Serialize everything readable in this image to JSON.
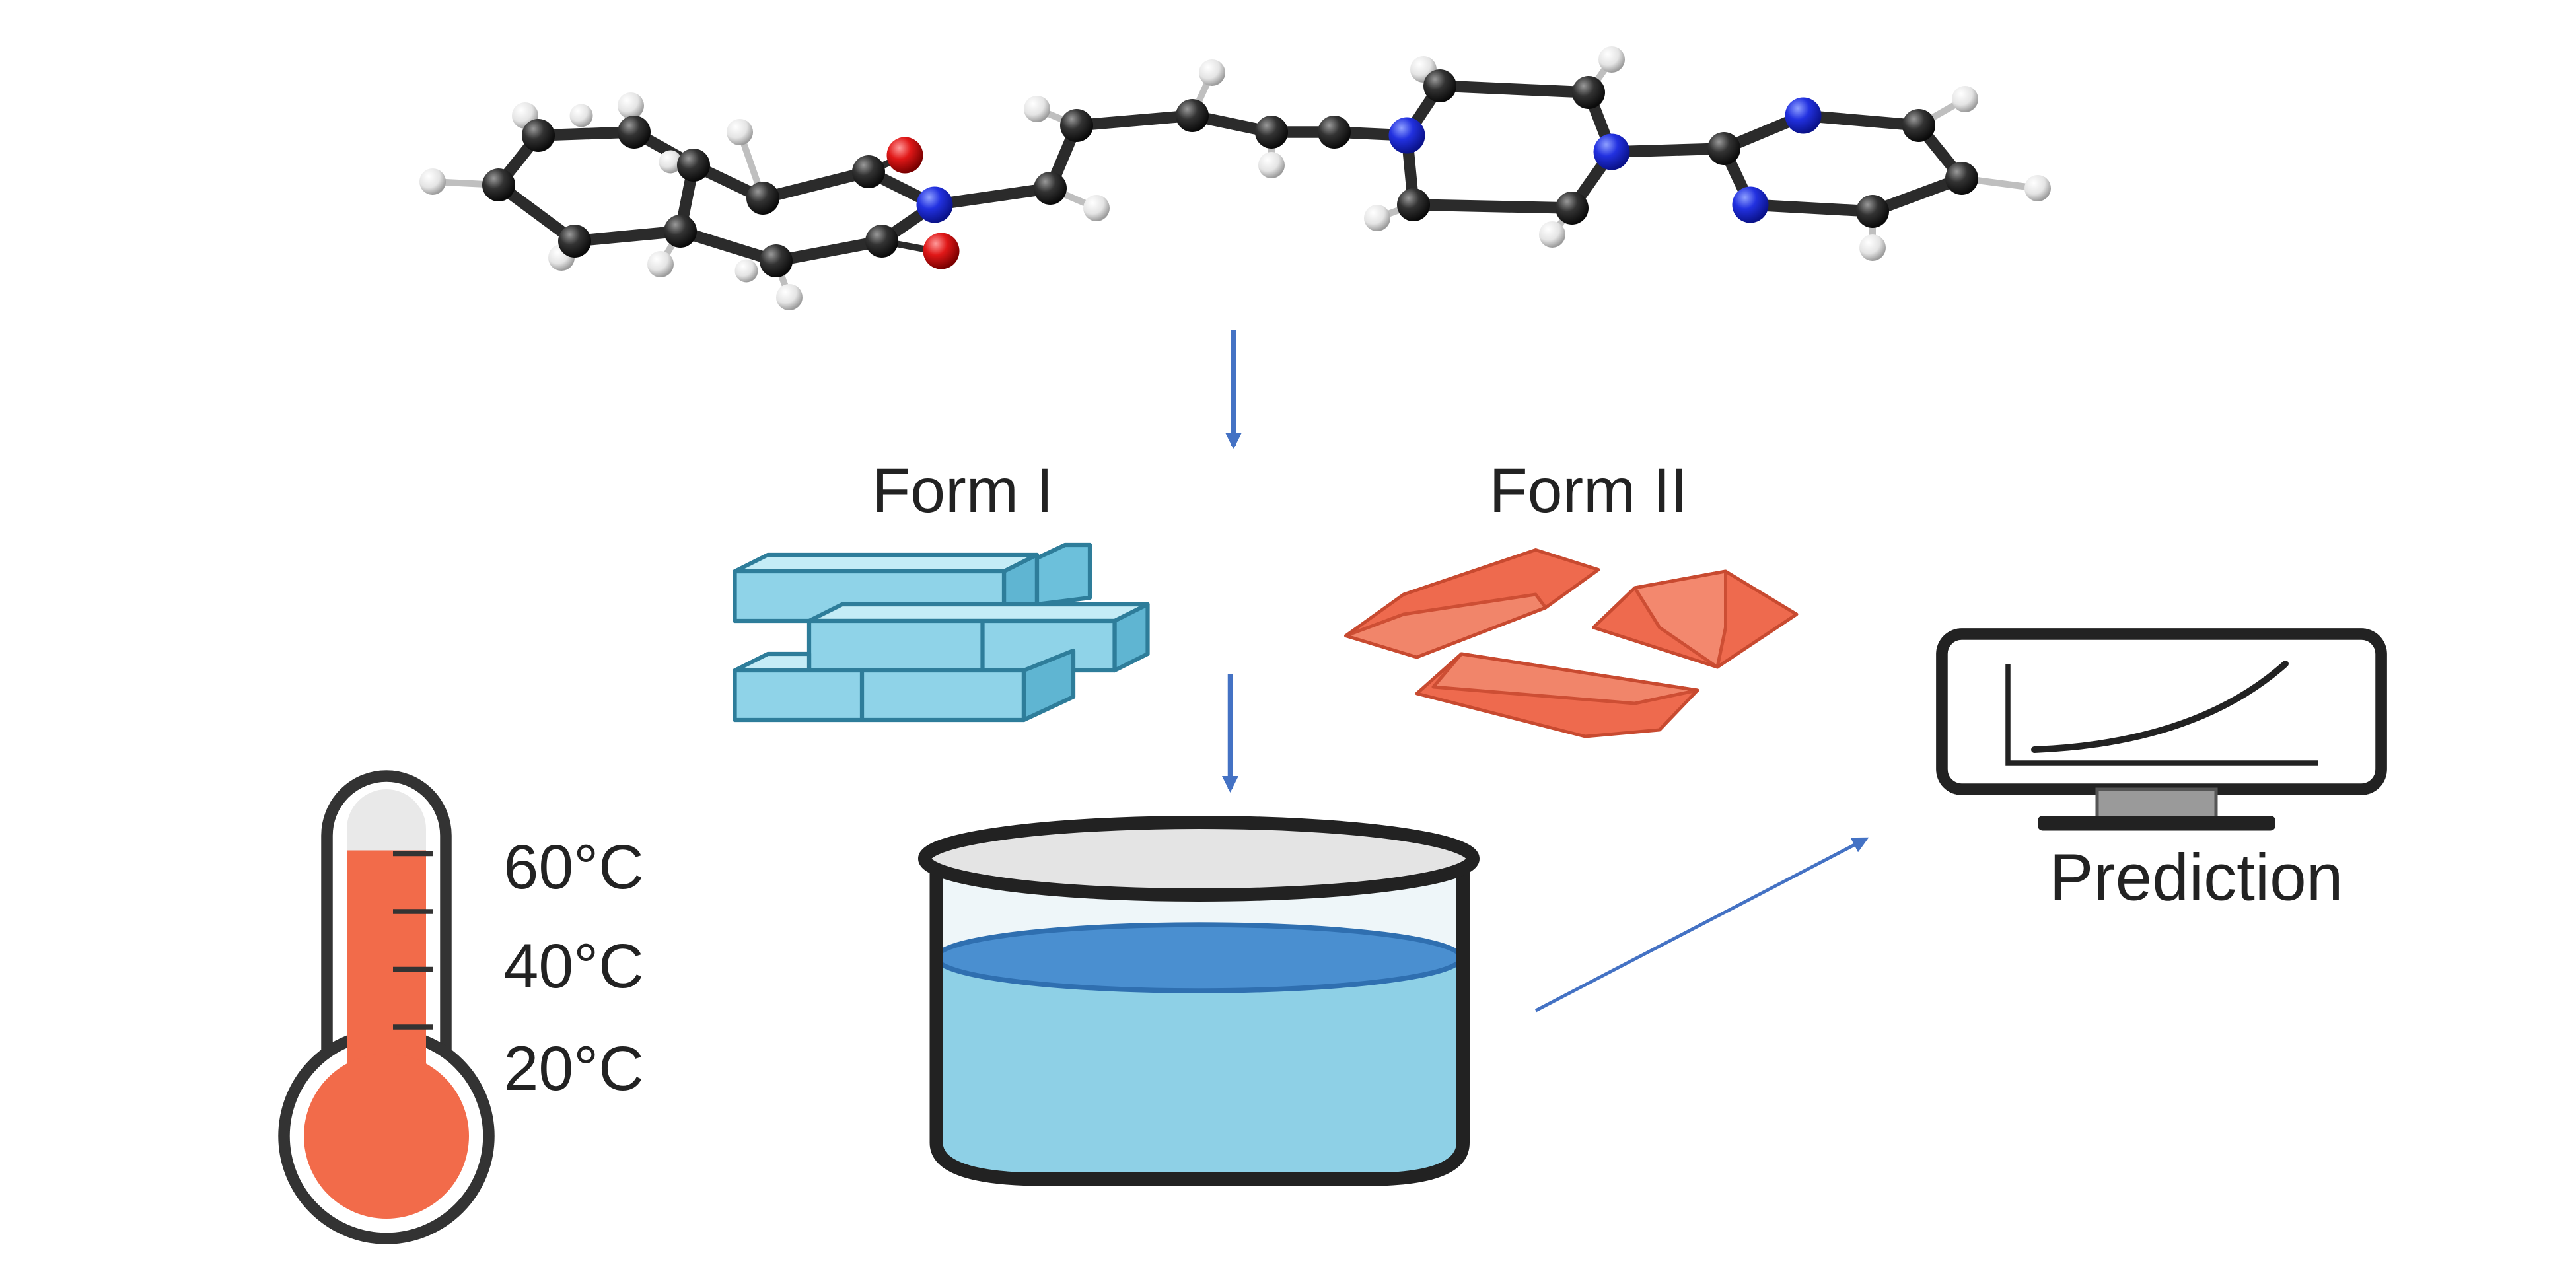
{
  "labels": {
    "form_1": "Form I",
    "form_2": "Form II",
    "prediction": "Prediction"
  },
  "temperatures": [
    "60°C",
    "40°C",
    "20°C"
  ],
  "colors": {
    "arrow": "#4472C4",
    "form_1_crystal": "#8FD3E8",
    "form_1_edge": "#2E7D9A",
    "form_2_crystal": "#EE6A4E",
    "liquid": "#8ED0E6",
    "liquid_surface": "#4A8FD0",
    "thermometer_fill": "#F26B4A",
    "carbon_atom": "#2A2A2A",
    "nitrogen_atom": "#2231E0",
    "oxygen_atom": "#E01818",
    "hydrogen_atom": "#E8E8E8"
  },
  "icons": [
    "molecule-model",
    "crystal-stack",
    "crystal-prisms",
    "thermometer-icon",
    "beaker-icon",
    "monitor-chart-icon"
  ]
}
